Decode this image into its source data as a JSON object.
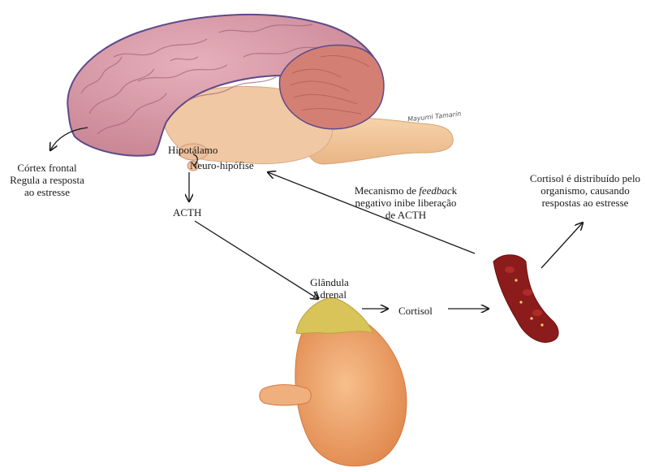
{
  "labels": {
    "cortex": [
      "Córtex frontal",
      "Regula a resposta",
      "ao estresse"
    ],
    "hipotalamo": "Hipotálamo",
    "neuro": "Neuro-hipófise",
    "acth": "ACTH",
    "feedback_pre": "Mecanismo de ",
    "feedback_em": "feedbac",
    "feedback_post": "k",
    "feedback_line2": "negativo inibe liberação",
    "feedback_line3": "de ACTH",
    "cortisol_dist": [
      "Cortisol é distribuído pelo",
      "organismo, causando",
      "respostas ao estresse"
    ],
    "glandula": [
      "Glândula",
      "Adrenal"
    ],
    "cortisol": "Cortisol",
    "signature": "Mayumi Tamarin"
  },
  "colors": {
    "brain_pink": "#d99aa7",
    "brain_outline": "#5e4a8a",
    "cerebellum": "#d47f74",
    "brainstem": "#f2c79a",
    "adrenal_cap": "#d9c45a",
    "kidney": "#f0a86f",
    "vessel": "#8c1c1c",
    "arrow": "#1a1a1a"
  },
  "icons": [
    "brain-illustration",
    "adrenal-gland-illustration",
    "blood-vessel-illustration"
  ]
}
